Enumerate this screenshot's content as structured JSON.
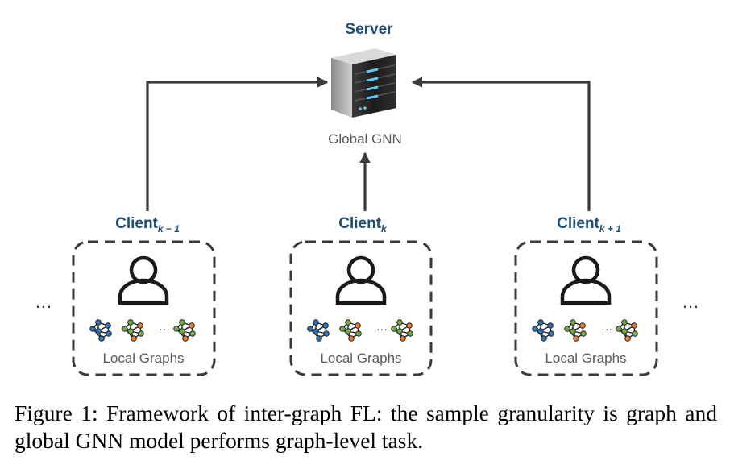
{
  "server": {
    "title": "Server",
    "model_label": "Global GNN"
  },
  "clients": [
    {
      "name": "Client",
      "subscript": "k − 1",
      "graphs_label": "Local Graphs"
    },
    {
      "name": "Client",
      "subscript": "k",
      "graphs_label": "Local Graphs"
    },
    {
      "name": "Client",
      "subscript": "k + 1",
      "graphs_label": "Local Graphs"
    }
  ],
  "ellipsis": "…",
  "graph_ellipsis": "···",
  "caption": "Figure 1: Framework of inter-graph FL: the sample granularity is graph and global GNN model performs graph-level task.",
  "colors": {
    "label_blue": "#1f4e79",
    "arrow": "#3a3a3a",
    "box_dash": "#3a3a3a",
    "graph_blue": "#2e75b6",
    "graph_green": "#70ad47",
    "graph_orange": "#ed7d31",
    "server_dark": "#2b2b2b",
    "server_led": "#5bc8f5"
  },
  "icons": {
    "server": "server-rack-icon",
    "user": "user-outline-icon",
    "graph": "network-graph-icon"
  }
}
